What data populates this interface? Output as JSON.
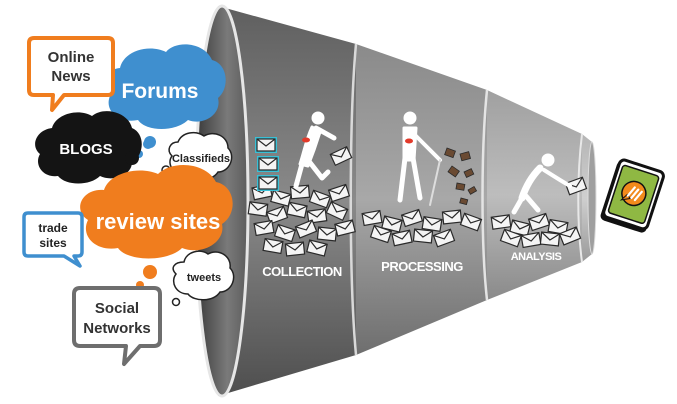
{
  "sources": {
    "online_news": [
      "Online",
      "News"
    ],
    "forums": "Forums",
    "blogs": "BLOGS",
    "classifieds": "Classifieds",
    "review_sites": "review sites",
    "trade_sites": [
      "trade",
      "sites"
    ],
    "tweets": "tweets",
    "social_networks": [
      "Social",
      "Networks"
    ]
  },
  "stages": {
    "collection": "COLLECTION",
    "processing": "PROCESSING",
    "analysis": "ANALYSIS"
  },
  "colors": {
    "orange": "#F07D1E",
    "blue": "#3F8FCF",
    "black": "#141414",
    "gray_border": "#6E6E6E",
    "funnel_dark": "#6F6F6F",
    "funnel_mid": "#8D8D8D",
    "funnel_light": "#A9A9A9",
    "funnel_lighter": "#B9B9B9",
    "device_green": "#7AA434"
  },
  "icons": {
    "output": "device-logo-icon",
    "items": "envelope-icon",
    "workers": "worker-figure-icon"
  }
}
